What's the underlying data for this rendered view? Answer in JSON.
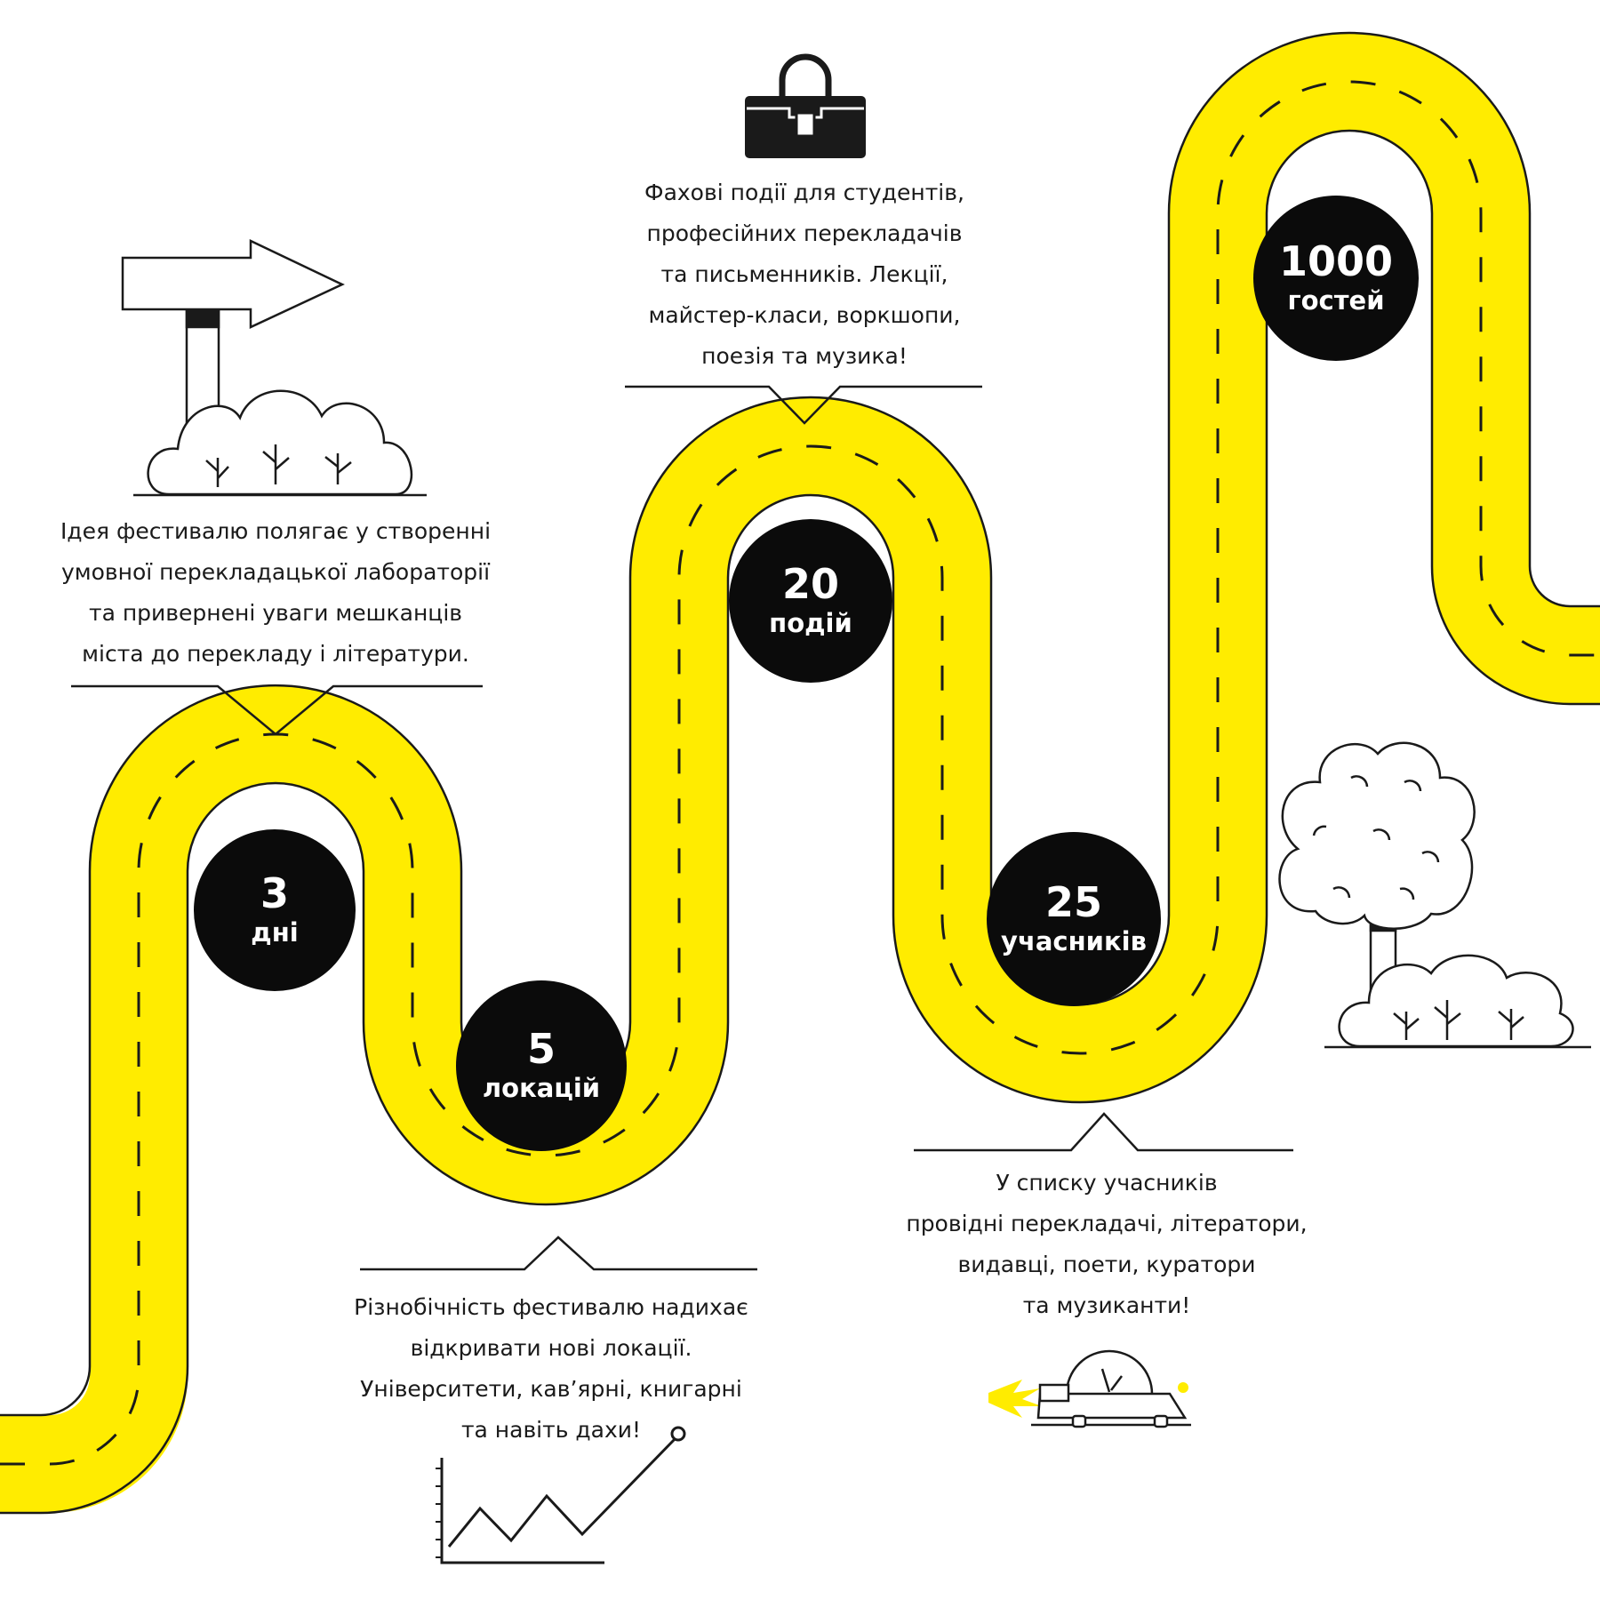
{
  "colors": {
    "road": "#FFEC00",
    "ink": "#0b0b0b",
    "line": "#1a1a1a",
    "background": "#ffffff"
  },
  "stats": [
    {
      "id": "days",
      "value": "3",
      "label": "дні"
    },
    {
      "id": "locations",
      "value": "5",
      "label": "локацій"
    },
    {
      "id": "events",
      "value": "20",
      "label": "подій"
    },
    {
      "id": "participants",
      "value": "25",
      "label": "учасників"
    },
    {
      "id": "guests",
      "value": "1000",
      "label": "гостей"
    }
  ],
  "descriptions": {
    "idea": [
      "Ідея фестивалю полягає у створенні",
      "умовної перекладацької лабораторії",
      "та привернені уваги мешканців",
      "міста до перекладу і літератури."
    ],
    "events": [
      "Фахові події для студентів,",
      "професійних перекладачів",
      "та письменників. Лекції,",
      "майстер-класи, воркшопи,",
      "поезія та музика!"
    ],
    "locations": [
      "Різнобічність фестивалю надихає",
      "відкривати нові локації.",
      "Університети, кав’ярні, книгарні",
      "та навіть дахи!"
    ],
    "participants": [
      "У списку учасників",
      "провідні перекладачі, літератори,",
      "видавці, поети, куратори",
      "та музиканти!"
    ]
  },
  "icons": [
    "signpost-arrow-icon",
    "bush-icon",
    "briefcase-icon",
    "tree-icon",
    "growth-chart-icon",
    "rocket-car-icon"
  ]
}
